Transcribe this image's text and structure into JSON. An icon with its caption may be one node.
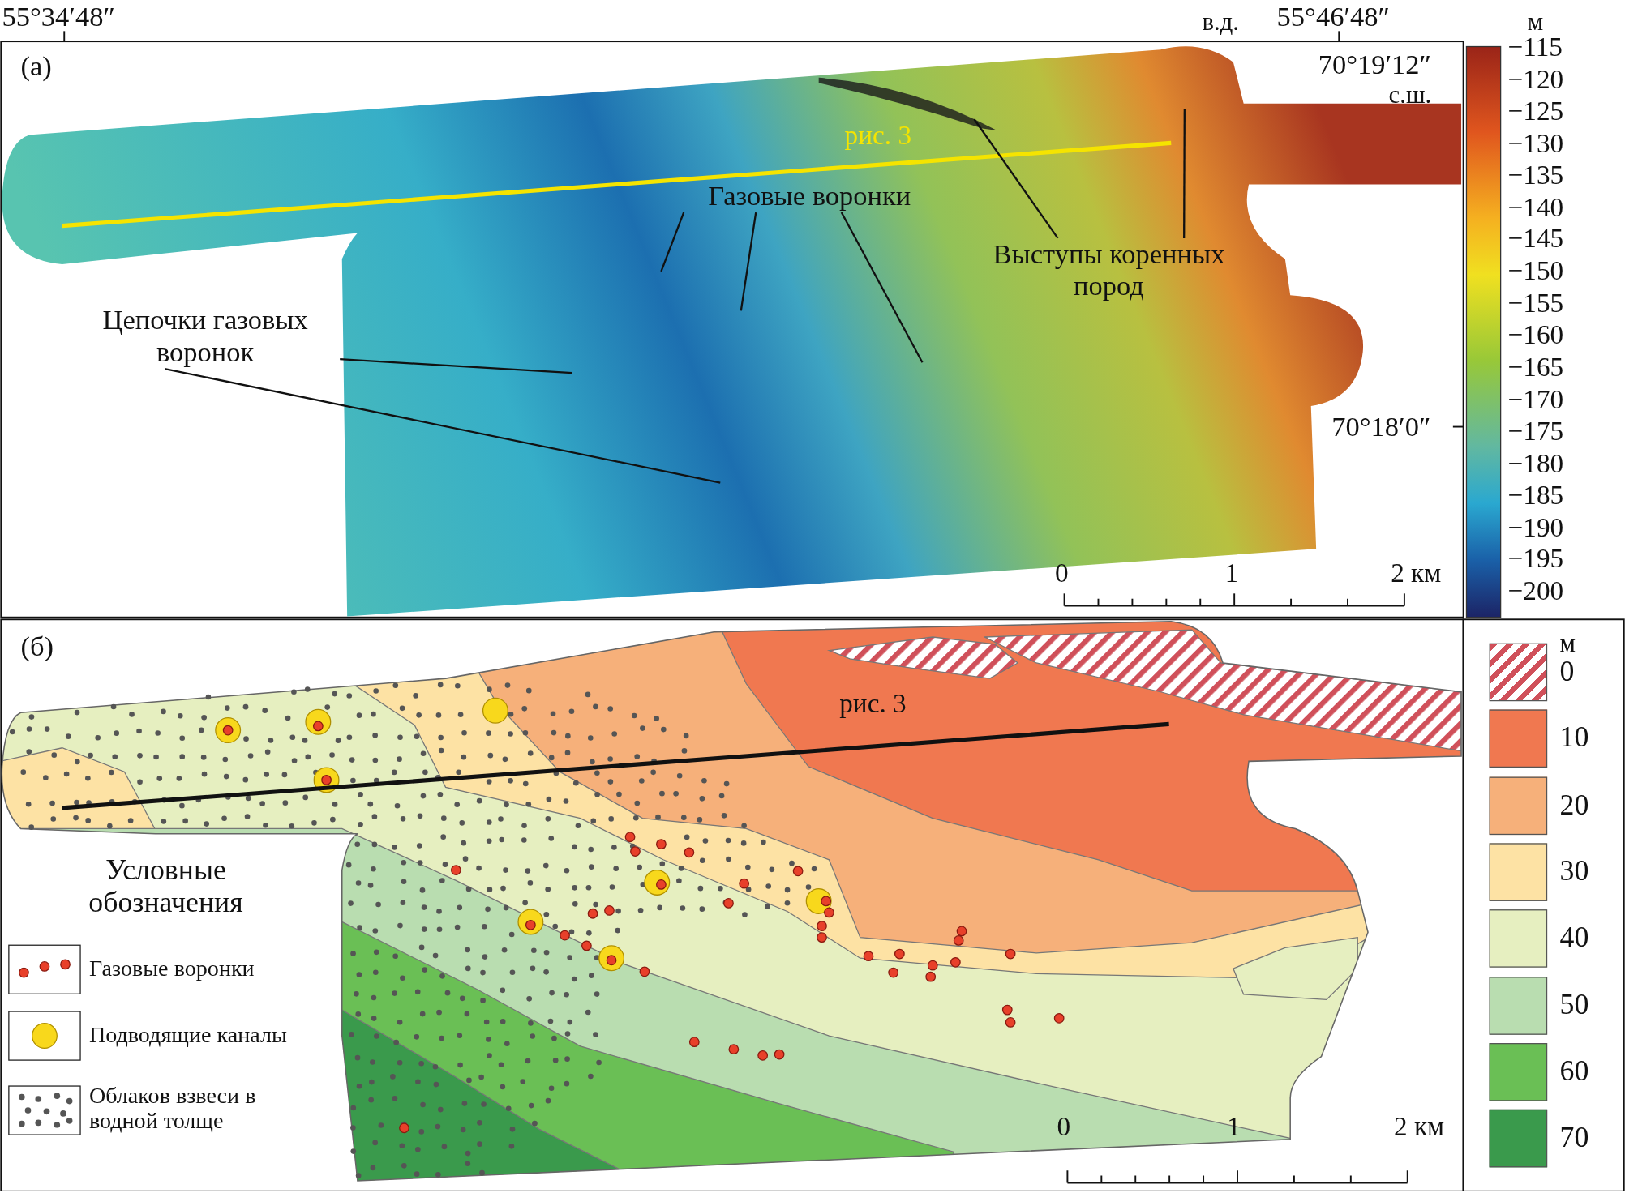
{
  "diagram": {
    "nodes": [
      {
        "text": [
          "Газовые воронки"
        ]
      },
      {
        "text": [
          "Выступы коренных пород"
        ]
      },
      {
        "text": [
          "Цепочки газовых воронок"
        ]
      }
    ],
    "edges": [
      {
        "from": 0,
        "to": null,
        "arrow": "none"
      },
      {
        "from": 0,
        "to": null,
        "arrow": "none"
      },
      {
        "from": 0,
        "to": null,
        "arrow": "none"
      },
      {
        "from": 1,
        "to": null,
        "arrow": "none"
      },
      {
        "from": 1,
        "to": null,
        "arrow": "none"
      },
      {
        "from": 2,
        "to": null,
        "arrow": "none"
      },
      {
        "from": 2,
        "to": null,
        "arrow": "none"
      }
    ],
    "labels": [
      "55°34′48″",
      "в.д.",
      "55°46′48″",
      "м",
      "−115",
      "−120",
      "−125",
      "−130",
      "−135",
      "−140",
      "−145",
      "−150",
      "−155",
      "−160",
      "−165",
      "−170",
      "−175",
      "−180",
      "−185",
      "−190",
      "−195",
      "−200",
      "(а)",
      "70°19′12″",
      "с.ш.",
      "рис. 3",
      "70°18′0″",
      "0",
      "1",
      "2 км",
      "(б)",
      "м",
      "рис. 3",
      "Условные обозначения",
      "0",
      "1",
      "2 км"
    ],
    "legend": [
      {
        "text": "Газовые воронки"
      },
      {
        "text": "Подводящие каналы"
      },
      {
        "text": "Облаков взвеси в водной толще"
      },
      {
        "text": "0"
      },
      {
        "text": "10",
        "color": "#f07850"
      },
      {
        "text": "20",
        "color": "#f6b07a"
      },
      {
        "text": "30",
        "color": "#fde2a4"
      },
      {
        "text": "40",
        "color": "#e6efc0"
      },
      {
        "text": "50",
        "color": "#b9ddb0"
      },
      {
        "text": "60",
        "color": "#6abf55"
      },
      {
        "text": "70",
        "color": "#3a9a4c"
      }
    ]
  }
}
